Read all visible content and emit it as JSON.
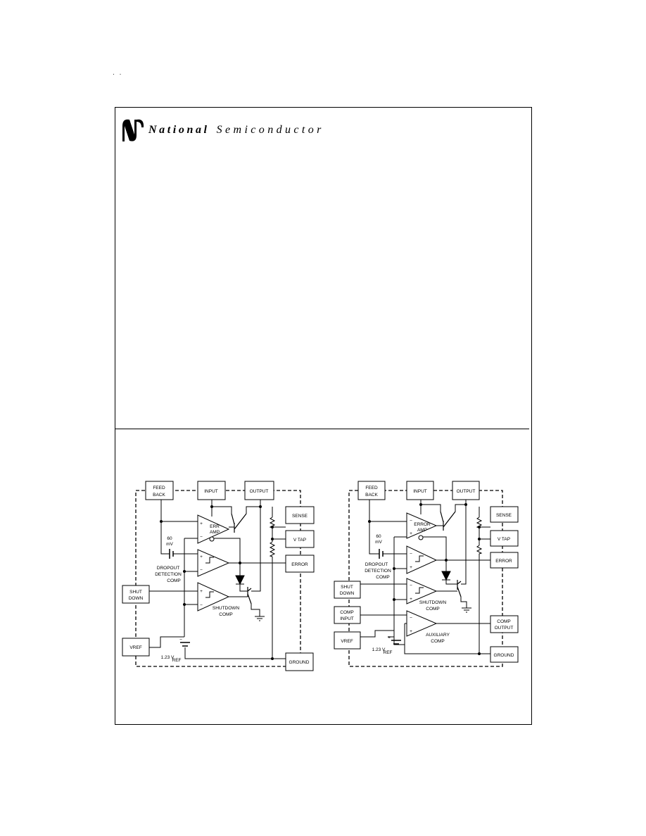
{
  "header": {
    "corner_mark": "· ·",
    "brand_name_bold": "National",
    "brand_name_light": "Semiconductor"
  },
  "left_diagram": {
    "pins": {
      "feedback": [
        "FEED",
        "BACK"
      ],
      "input": "INPUT",
      "output": "OUTPUT",
      "sense": "SENSE",
      "v_tap": "V TAP",
      "error": "ERROR",
      "shutdown": [
        "SHUT",
        "DOWN"
      ],
      "vref": "VREF",
      "ground": "GROUND"
    },
    "labels": {
      "error_amp": [
        "ERR",
        "AMP"
      ],
      "offset_voltage": [
        "60",
        "mV"
      ],
      "dropout_detection": [
        "DROPOUT",
        "DETECTION",
        "COMP"
      ],
      "shutdown_comp": [
        "SHUTDOWN",
        "COMP"
      ],
      "reference": "1.23 V",
      "reference_sub": "REF",
      "plus": "+",
      "minus": "−"
    }
  },
  "right_diagram": {
    "pins": {
      "feedback": [
        "FEED",
        "BACK"
      ],
      "input": "INPUT",
      "output": "OUTPUT",
      "sense": "SENSE",
      "v_tap": "V TAP",
      "error": "ERROR",
      "shutdown": [
        "SHUT",
        "DOWN"
      ],
      "comp_input": [
        "COMP",
        "INPUT"
      ],
      "vref": "VREF",
      "comp_output": [
        "COMP",
        "OUTPUT"
      ],
      "ground": "GROUND"
    },
    "labels": {
      "error_amp": [
        "ERROR",
        "AMP"
      ],
      "offset_voltage": [
        "60",
        "mV"
      ],
      "dropout_detection": [
        "DROPOUT",
        "DETECTION",
        "COMP"
      ],
      "shutdown_comp": [
        "SHUTDOWN",
        "COMP"
      ],
      "auxiliary_comp": [
        "AUXILIARY",
        "COMP"
      ],
      "reference": "1.23 V",
      "reference_sub": "REF",
      "plus": "+",
      "minus": "−"
    }
  }
}
